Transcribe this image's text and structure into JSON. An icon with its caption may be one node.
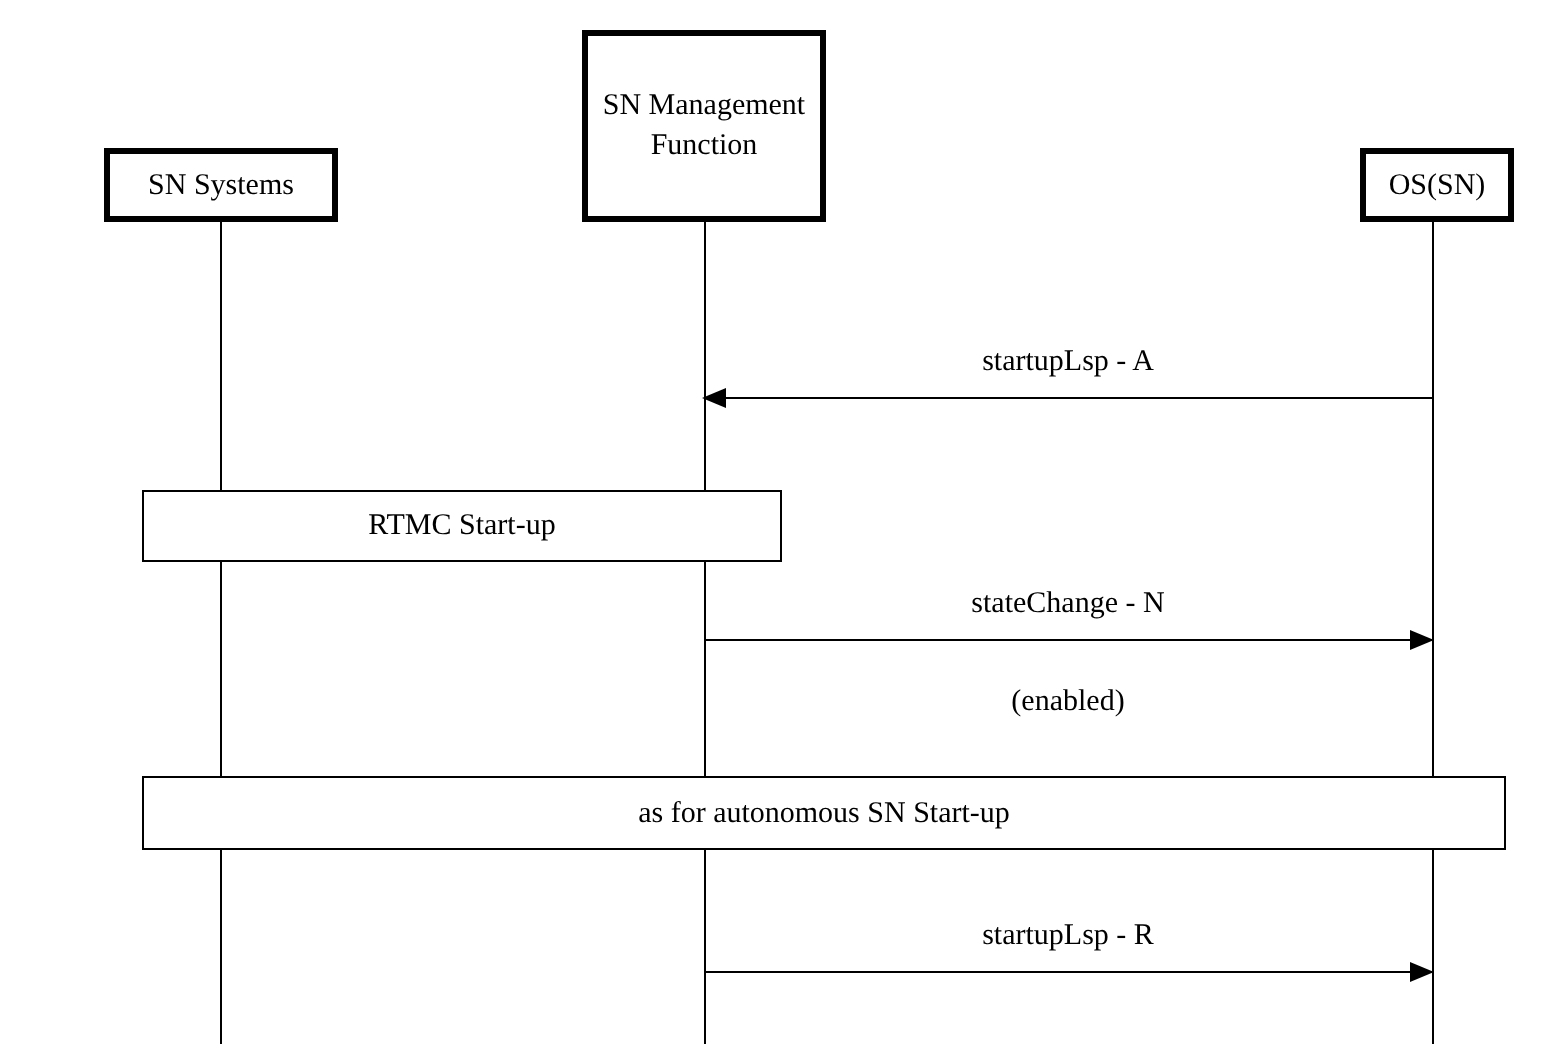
{
  "diagram": {
    "nodes": [
      {
        "text": [
          "SN Systems"
        ]
      },
      {
        "text": [
          "SN Management Function"
        ]
      },
      {
        "text": [
          "OS(SN)"
        ]
      },
      {
        "text": [
          "RTMC Start-up"
        ]
      },
      {
        "text": [
          "as for autonomous SN Start-up"
        ]
      },
      {
        "text": [],
        "shape": "line"
      },
      {
        "text": [],
        "shape": "line"
      },
      {
        "text": [],
        "shape": "line"
      }
    ],
    "edges": [
      {
        "from": 7,
        "to": 6,
        "arrow": "to",
        "label": "startupLsp - A"
      },
      {
        "from": 6,
        "to": 7,
        "arrow": "to",
        "label": "stateChange - N"
      },
      {
        "from": 6,
        "to": 7,
        "arrow": "to",
        "label": "startupLsp - R"
      }
    ],
    "labels": [
      "(enabled)"
    ]
  }
}
